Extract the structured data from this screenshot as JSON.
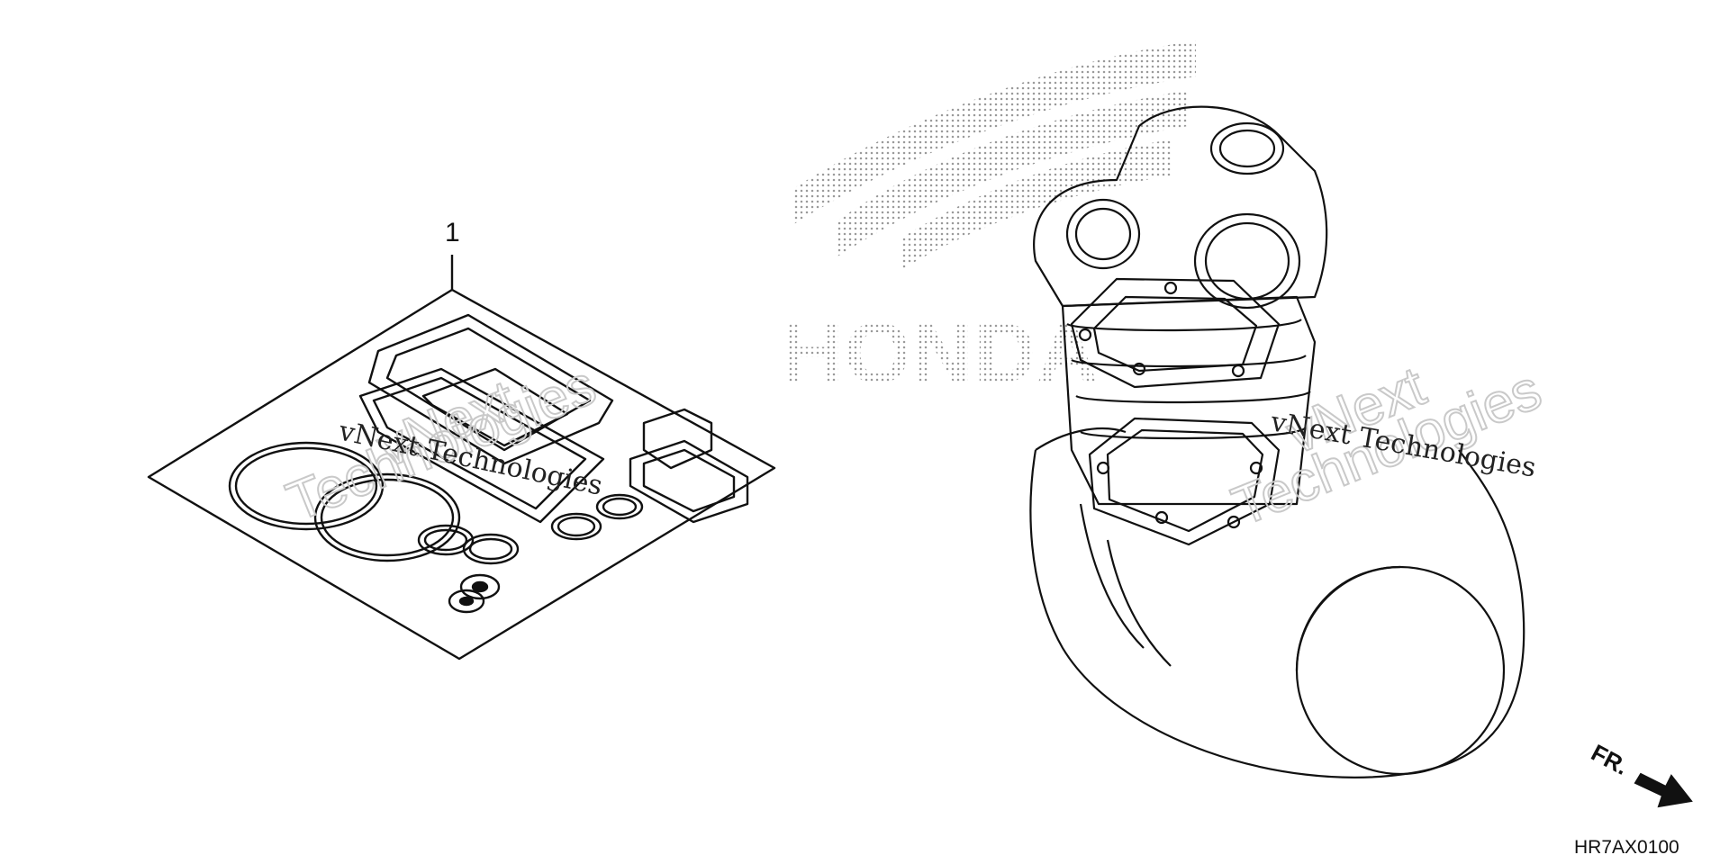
{
  "diagram": {
    "callouts": [
      {
        "label": "1"
      }
    ],
    "part_code": "HR7AX0100",
    "direction_marker": {
      "label": "FR.",
      "icon": "arrow-icon"
    },
    "watermark": {
      "serif_text": "vNext Technologies",
      "outline_line1": "vNext",
      "outline_line2": "Technologies",
      "logo_text": "HONDA"
    },
    "colors": {
      "line": "#111111",
      "watermark_outline": "#c9c9c9",
      "logo_dots": "#9a9a9a"
    }
  }
}
